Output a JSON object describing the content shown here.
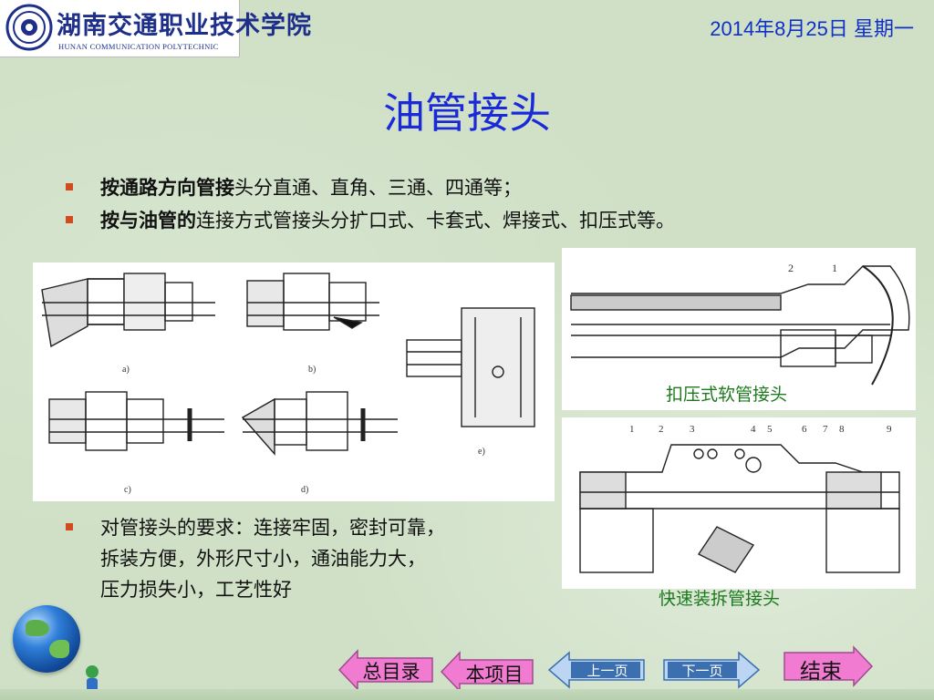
{
  "header": {
    "logo_name": "湖南交通职业技术学院",
    "logo_en": "HUNAN COMMUNICATION POLYTECHNIC",
    "date": "2014年8月25日 星期一"
  },
  "title": "油管接头",
  "bullets": [
    {
      "bold": "按通路方向管接",
      "rest": "头分直通、直角、三通、四通等；"
    },
    {
      "bold": "按与油管的",
      "rest": "连接方式管接头分扩口式、卡套式、焊接式、扣压式等。"
    }
  ],
  "requirement_lines": [
    "对管接头的要求：连接牢固，密封可靠，",
    "拆装方便，外形尺寸小，通油能力大，",
    "压力损失小，工艺性好"
  ],
  "figures": {
    "left_labels": [
      "a)",
      "b)",
      "c)",
      "d)",
      "e)"
    ],
    "crimp_caption": "扣压式软管接头",
    "crimp_numbers": [
      "2",
      "1"
    ],
    "quick_caption": "快速装拆管接头",
    "quick_numbers": [
      "1",
      "2",
      "3",
      "4",
      "5",
      "6",
      "7",
      "8",
      "9"
    ]
  },
  "nav": {
    "toc": "总目录",
    "project": "本项目",
    "prev": "上一页",
    "next": "下一页",
    "end": "结束"
  },
  "colors": {
    "background": "#cfe0c6",
    "title": "#1a2ad8",
    "date": "#1030c8",
    "bullet": "#d24a1e",
    "caption": "#1e7a1e",
    "nav_fill": "#f07bd0"
  }
}
